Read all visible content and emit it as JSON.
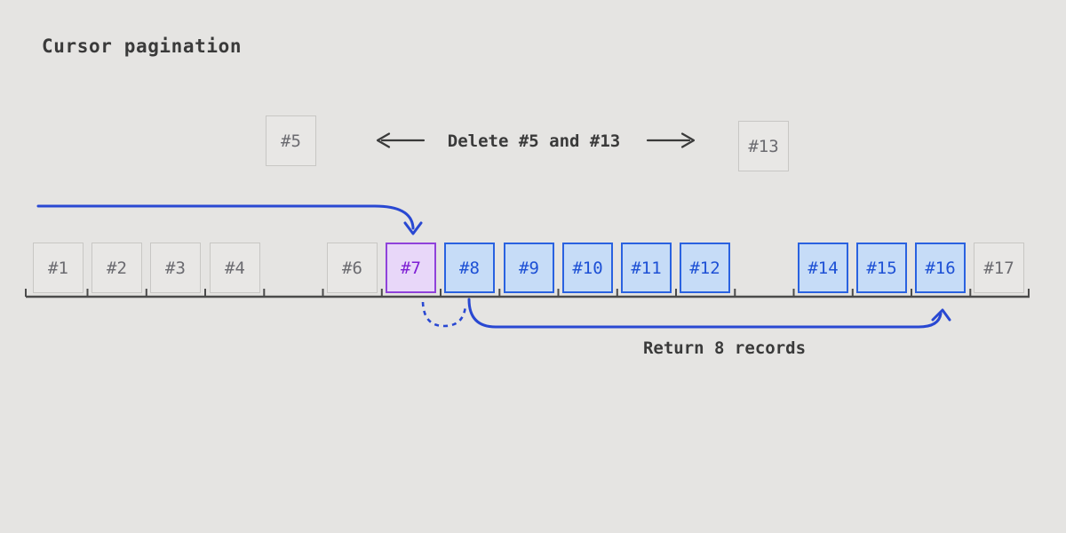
{
  "title": "Cursor pagination",
  "deletion": {
    "label": "Delete #5 and #13",
    "removed_left": "#5",
    "removed_right": "#13"
  },
  "records": [
    {
      "label": "#1",
      "state": "default"
    },
    {
      "label": "#2",
      "state": "default"
    },
    {
      "label": "#3",
      "state": "default"
    },
    {
      "label": "#4",
      "state": "default"
    },
    {
      "label": "#6",
      "state": "default"
    },
    {
      "label": "#7",
      "state": "cursor"
    },
    {
      "label": "#8",
      "state": "returned"
    },
    {
      "label": "#9",
      "state": "returned"
    },
    {
      "label": "#10",
      "state": "returned"
    },
    {
      "label": "#11",
      "state": "returned"
    },
    {
      "label": "#12",
      "state": "returned"
    },
    {
      "label": "#14",
      "state": "returned"
    },
    {
      "label": "#15",
      "state": "returned"
    },
    {
      "label": "#16",
      "state": "returned"
    },
    {
      "label": "#17",
      "state": "default"
    }
  ],
  "return_label": "Return 8 records",
  "colors": {
    "background": "#e5e4e2",
    "accent_blue": "#2948d2",
    "accent_purple": "#8f42da",
    "returned_fill": "#c6dcf7",
    "cursor_fill": "#e8d7f9",
    "axis": "#4b4b4b",
    "text_dark": "#3a3a3a",
    "text_gray": "#6b6b70"
  }
}
